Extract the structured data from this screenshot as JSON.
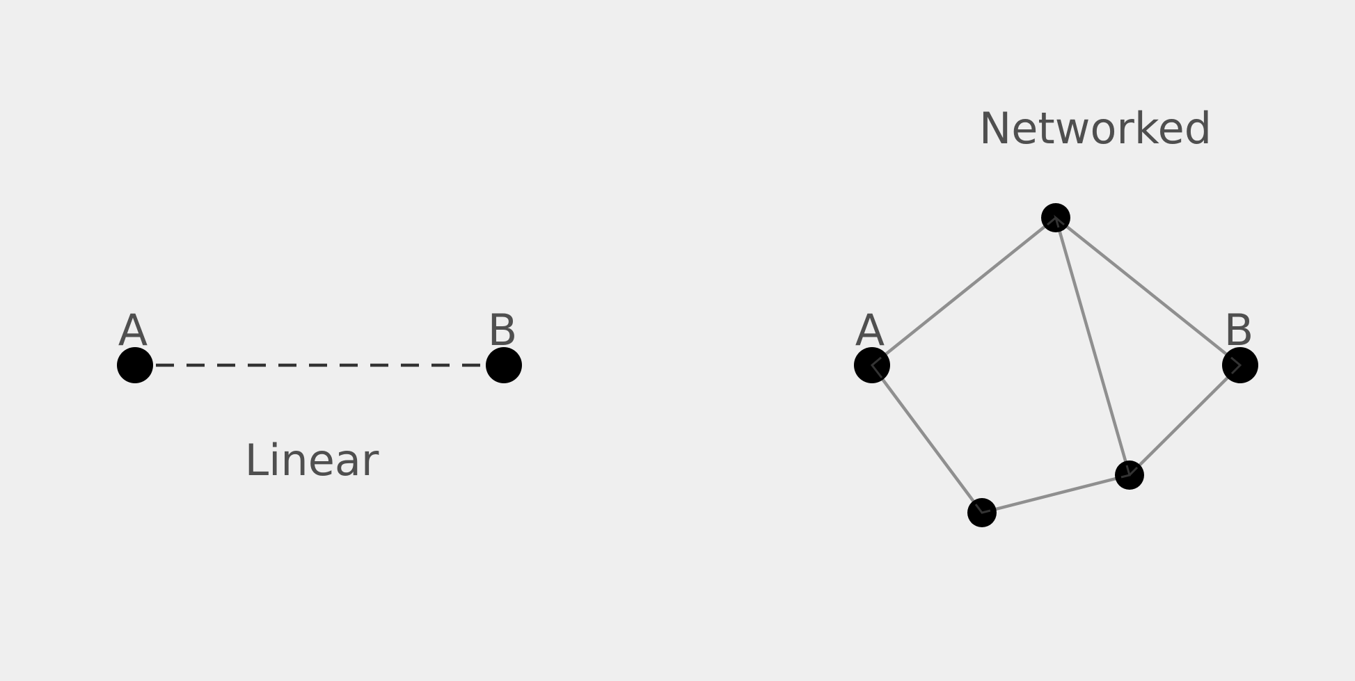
{
  "linear": {
    "caption": "Linear",
    "node_a": "A",
    "node_b": "B"
  },
  "networked": {
    "caption": "Networked",
    "node_a": "A",
    "node_b": "B"
  },
  "colors": {
    "background": "#efefef",
    "text": "#4f4f4f",
    "node": "#000000",
    "network_edge": "#8f8f8f",
    "linear_edge": "#333333"
  }
}
